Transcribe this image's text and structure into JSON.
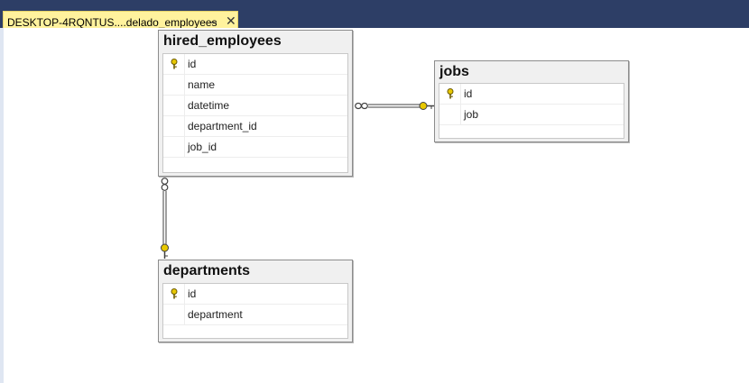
{
  "tab": {
    "title": "DESKTOP-4RQNTUS....delado_employees",
    "pin_icon": "pin-icon",
    "close_icon": "close-icon"
  },
  "tables": {
    "hired_employees": {
      "name": "hired_employees",
      "columns": [
        {
          "name": "id",
          "primary_key": true
        },
        {
          "name": "name",
          "primary_key": false
        },
        {
          "name": "datetime",
          "primary_key": false
        },
        {
          "name": "department_id",
          "primary_key": false
        },
        {
          "name": "job_id",
          "primary_key": false
        }
      ]
    },
    "jobs": {
      "name": "jobs",
      "columns": [
        {
          "name": "id",
          "primary_key": true
        },
        {
          "name": "job",
          "primary_key": false
        }
      ]
    },
    "departments": {
      "name": "departments",
      "columns": [
        {
          "name": "id",
          "primary_key": true
        },
        {
          "name": "department",
          "primary_key": false
        }
      ]
    }
  },
  "relationships": [
    {
      "from": "hired_employees",
      "to": "jobs",
      "many_end": "hired_employees",
      "one_end": "jobs"
    },
    {
      "from": "hired_employees",
      "to": "departments",
      "many_end": "hired_employees",
      "one_end": "departments"
    }
  ],
  "colors": {
    "tab_active": "#fff29d",
    "tab_bar": "#2d3e66",
    "key_icon": "#e8c800",
    "relationship_line": "#404040"
  }
}
